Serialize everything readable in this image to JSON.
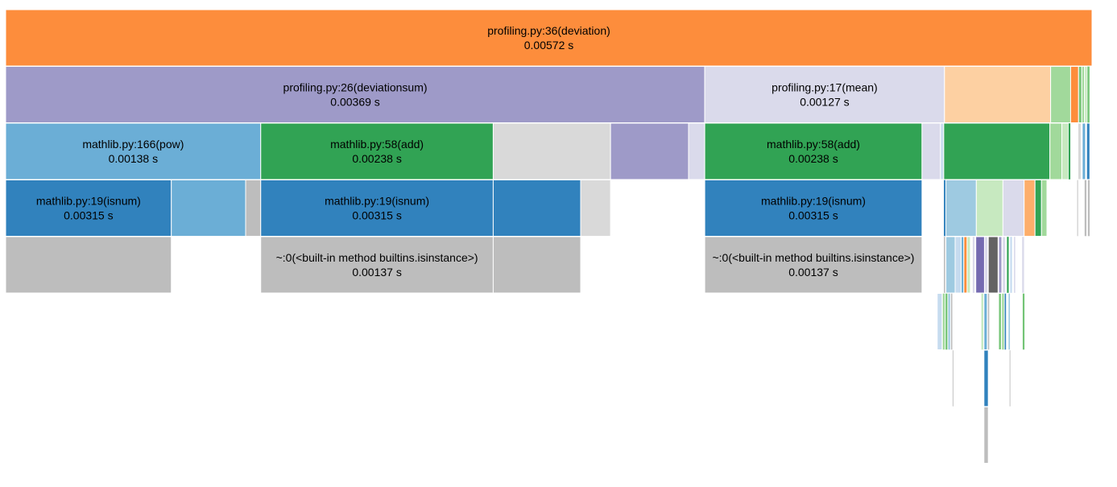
{
  "chart_data": {
    "type": "icicle",
    "title": "",
    "unit": "s",
    "colors": {
      "orange": "#fd8d3c",
      "lightorange": "#fdd0a2",
      "peach": "#fdae6b",
      "purple": "#9e9ac8",
      "lightpurple": "#dadaeb",
      "darkpurple": "#756bb1",
      "blue": "#3182bd",
      "midblue": "#6baed6",
      "lightblue": "#9ecae1",
      "paleblue": "#c6dbef",
      "green": "#31a354",
      "midgreen": "#74c476",
      "lightgreen": "#a1d99b",
      "palegreen": "#c7e9c0",
      "gray": "#bdbdbd",
      "lightgray": "#d9d9d9",
      "darkgray": "#636363"
    },
    "nodes": [
      {
        "name": "profiling.py:36(deviation)",
        "time": 0.00572,
        "label": "0.00572 s",
        "depth": 0,
        "start": 0.0,
        "span": 1.0,
        "color": "orange"
      },
      {
        "name": "profiling.py:26(deviationsum)",
        "time": 0.00369,
        "label": "0.00369 s",
        "depth": 1,
        "start": 0.0,
        "span": 0.6435,
        "color": "purple"
      },
      {
        "name": "profiling.py:17(mean)",
        "time": 0.00127,
        "label": "0.00127 s",
        "depth": 1,
        "start": 0.6435,
        "span": 0.2207,
        "color": "lightpurple"
      },
      {
        "depth": 1,
        "start": 0.8642,
        "span": 0.0977,
        "color": "lightorange"
      },
      {
        "depth": 1,
        "start": 0.9619,
        "span": 0.0184,
        "color": "lightgreen"
      },
      {
        "depth": 1,
        "start": 0.9803,
        "span": 0.0073,
        "color": "orange"
      },
      {
        "depth": 1,
        "start": 0.9876,
        "span": 0.003,
        "color": "midgreen"
      },
      {
        "depth": 1,
        "start": 0.9906,
        "span": 0.0025,
        "color": "lightgreen"
      },
      {
        "depth": 1,
        "start": 0.9931,
        "span": 0.0025,
        "color": "palegreen"
      },
      {
        "depth": 1,
        "start": 0.9956,
        "span": 0.0022,
        "color": "midgreen"
      },
      {
        "name": "mathlib.py:166(pow)",
        "time": 0.00138,
        "label": "0.00138 s",
        "depth": 2,
        "start": 0.0,
        "span": 0.2348,
        "color": "midblue"
      },
      {
        "name": "mathlib.py:58(add)",
        "time": 0.00238,
        "label": "0.00238 s",
        "depth": 2,
        "start": 0.2348,
        "span": 0.214,
        "color": "green"
      },
      {
        "depth": 2,
        "start": 0.4488,
        "span": 0.108,
        "color": "lightgray"
      },
      {
        "depth": 2,
        "start": 0.5568,
        "span": 0.0718,
        "color": "purple"
      },
      {
        "depth": 2,
        "start": 0.6286,
        "span": 0.0149,
        "color": "lightpurple"
      },
      {
        "name": "mathlib.py:58(add)",
        "time": 0.00238,
        "label": "0.00238 s",
        "depth": 2,
        "start": 0.6435,
        "span": 0.2,
        "color": "green"
      },
      {
        "depth": 2,
        "start": 0.8435,
        "span": 0.017,
        "color": "lightpurple"
      },
      {
        "depth": 2,
        "start": 0.8605,
        "span": 0.003,
        "color": "paleblue"
      },
      {
        "depth": 2,
        "start": 0.8635,
        "span": 0.0977,
        "color": "green"
      },
      {
        "depth": 2,
        "start": 0.9612,
        "span": 0.011,
        "color": "lightgreen"
      },
      {
        "depth": 2,
        "start": 0.9722,
        "span": 0.006,
        "color": "palegreen"
      },
      {
        "depth": 2,
        "start": 0.9782,
        "span": 0.002,
        "color": "green"
      },
      {
        "depth": 2,
        "start": 0.987,
        "span": 0.003,
        "color": "lightgray"
      },
      {
        "depth": 2,
        "start": 0.991,
        "span": 0.003,
        "color": "midblue"
      },
      {
        "depth": 2,
        "start": 0.995,
        "span": 0.003,
        "color": "blue"
      },
      {
        "name": "mathlib.py:19(isnum)",
        "time": 0.00315,
        "label": "0.00315 s",
        "depth": 3,
        "start": 0.0,
        "span": 0.1525,
        "color": "blue"
      },
      {
        "depth": 3,
        "start": 0.1525,
        "span": 0.0684,
        "color": "midblue"
      },
      {
        "depth": 3,
        "start": 0.2209,
        "span": 0.0139,
        "color": "gray"
      },
      {
        "name": "mathlib.py:19(isnum)",
        "time": 0.00315,
        "label": "0.00315 s",
        "depth": 3,
        "start": 0.2348,
        "span": 0.214,
        "color": "blue"
      },
      {
        "depth": 3,
        "start": 0.4488,
        "span": 0.0805,
        "color": "blue"
      },
      {
        "depth": 3,
        "start": 0.5293,
        "span": 0.0275,
        "color": "lightgray"
      },
      {
        "name": "mathlib.py:19(isnum)",
        "time": 0.00315,
        "label": "0.00315 s",
        "depth": 3,
        "start": 0.6435,
        "span": 0.2,
        "color": "blue"
      },
      {
        "depth": 3,
        "start": 0.8635,
        "span": 0.002,
        "color": "blue"
      },
      {
        "depth": 3,
        "start": 0.8655,
        "span": 0.028,
        "color": "lightblue"
      },
      {
        "depth": 3,
        "start": 0.8935,
        "span": 0.0245,
        "color": "palegreen"
      },
      {
        "depth": 3,
        "start": 0.918,
        "span": 0.0195,
        "color": "lightpurple"
      },
      {
        "depth": 3,
        "start": 0.9375,
        "span": 0.01,
        "color": "peach"
      },
      {
        "depth": 3,
        "start": 0.9475,
        "span": 0.006,
        "color": "green"
      },
      {
        "depth": 3,
        "start": 0.9535,
        "span": 0.005,
        "color": "lightgreen"
      },
      {
        "depth": 3,
        "start": 0.986,
        "span": 0.0015,
        "color": "lightgray"
      },
      {
        "depth": 3,
        "start": 0.993,
        "span": 0.002,
        "color": "gray"
      },
      {
        "depth": 3,
        "start": 0.996,
        "span": 0.002,
        "color": "gray"
      },
      {
        "depth": 4,
        "start": 0.0,
        "span": 0.1525,
        "color": "gray"
      },
      {
        "name": "~:0(<built-in method builtins.isinstance>)",
        "time": 0.00137,
        "label": "0.00137 s",
        "depth": 4,
        "start": 0.2348,
        "span": 0.214,
        "color": "gray"
      },
      {
        "depth": 4,
        "start": 0.4488,
        "span": 0.0805,
        "color": "gray"
      },
      {
        "name": "~:0(<built-in method builtins.isinstance>)",
        "time": 0.00137,
        "label": "0.00137 s",
        "depth": 4,
        "start": 0.6435,
        "span": 0.2,
        "color": "gray"
      },
      {
        "depth": 4,
        "start": 0.8635,
        "span": 0.0015,
        "color": "gray"
      },
      {
        "depth": 4,
        "start": 0.8655,
        "span": 0.0085,
        "color": "lightblue"
      },
      {
        "depth": 4,
        "start": 0.874,
        "span": 0.0055,
        "color": "paleblue"
      },
      {
        "depth": 4,
        "start": 0.8795,
        "span": 0.0025,
        "color": "midblue"
      },
      {
        "depth": 4,
        "start": 0.882,
        "span": 0.003,
        "color": "orange"
      },
      {
        "depth": 4,
        "start": 0.885,
        "span": 0.003,
        "color": "palegreen"
      },
      {
        "depth": 4,
        "start": 0.89,
        "span": 0.002,
        "color": "lightpurple"
      },
      {
        "depth": 4,
        "start": 0.893,
        "span": 0.008,
        "color": "darkpurple"
      },
      {
        "depth": 4,
        "start": 0.901,
        "span": 0.003,
        "color": "lightpurple"
      },
      {
        "depth": 4,
        "start": 0.9045,
        "span": 0.009,
        "color": "darkgray"
      },
      {
        "depth": 4,
        "start": 0.914,
        "span": 0.003,
        "color": "purple"
      },
      {
        "depth": 4,
        "start": 0.9175,
        "span": 0.003,
        "color": "lightpurple"
      },
      {
        "depth": 4,
        "start": 0.9215,
        "span": 0.002,
        "color": "green"
      },
      {
        "depth": 4,
        "start": 0.9245,
        "span": 0.002,
        "color": "paleblue"
      },
      {
        "depth": 4,
        "start": 0.928,
        "span": 0.0015,
        "color": "lightpurple"
      },
      {
        "depth": 4,
        "start": 0.9355,
        "span": 0.002,
        "color": "lightpurple"
      },
      {
        "depth": 5,
        "start": 0.8575,
        "span": 0.0045,
        "color": "paleblue"
      },
      {
        "depth": 5,
        "start": 0.8625,
        "span": 0.002,
        "color": "lightgreen"
      },
      {
        "depth": 5,
        "start": 0.865,
        "span": 0.002,
        "color": "midgreen"
      },
      {
        "depth": 5,
        "start": 0.8675,
        "span": 0.002,
        "color": "lightblue"
      },
      {
        "depth": 5,
        "start": 0.87,
        "span": 0.0015,
        "color": "gray"
      },
      {
        "depth": 5,
        "start": 0.898,
        "span": 0.002,
        "color": "palegreen"
      },
      {
        "depth": 5,
        "start": 0.9005,
        "span": 0.003,
        "color": "midblue"
      },
      {
        "depth": 5,
        "start": 0.904,
        "span": 0.0015,
        "color": "gray"
      },
      {
        "depth": 5,
        "start": 0.914,
        "span": 0.0025,
        "color": "midgreen"
      },
      {
        "depth": 5,
        "start": 0.917,
        "span": 0.002,
        "color": "lightgreen"
      },
      {
        "depth": 5,
        "start": 0.9195,
        "span": 0.0015,
        "color": "blue"
      },
      {
        "depth": 5,
        "start": 0.923,
        "span": 0.0015,
        "color": "lightblue"
      },
      {
        "depth": 5,
        "start": 0.936,
        "span": 0.002,
        "color": "midgreen"
      },
      {
        "depth": 6,
        "start": 0.8715,
        "span": 0.001,
        "color": "gray"
      },
      {
        "depth": 6,
        "start": 0.9005,
        "span": 0.004,
        "color": "blue"
      },
      {
        "depth": 6,
        "start": 0.924,
        "span": 0.001,
        "color": "gray"
      },
      {
        "depth": 7,
        "start": 0.9005,
        "span": 0.004,
        "color": "gray"
      }
    ]
  }
}
